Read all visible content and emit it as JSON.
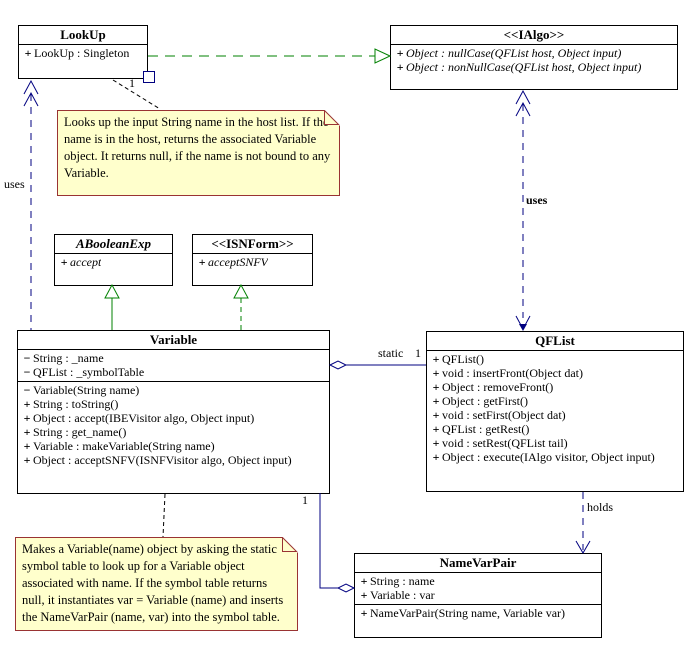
{
  "diagram_title": "LookUp / Variable / QFList UML class diagram",
  "classes": {
    "lookup": {
      "title": "LookUp",
      "members": [
        {
          "vis": "+",
          "text": "LookUp : Singleton"
        }
      ]
    },
    "ialgo": {
      "title": "<<IAlgo>>",
      "methods": [
        {
          "vis": "+",
          "text": "Object : nullCase(QFList host, Object input)"
        },
        {
          "vis": "+",
          "text": "Object : nonNullCase(QFList host, Object input)"
        }
      ]
    },
    "abooleanexp": {
      "title": "ABooleanExp",
      "methods": [
        {
          "vis": "+",
          "text": "accept"
        }
      ]
    },
    "isnform": {
      "title": "<<ISNForm>>",
      "methods": [
        {
          "vis": "+",
          "text": "acceptSNFV"
        }
      ]
    },
    "variable": {
      "title": "Variable",
      "attrs": [
        {
          "vis": "−",
          "text": "String : _name"
        },
        {
          "vis": "−",
          "text": "QFList : _symbolTable"
        }
      ],
      "methods": [
        {
          "vis": "−",
          "text": "Variable(String name)"
        },
        {
          "vis": "+",
          "text": "String : toString()"
        },
        {
          "vis": "+",
          "text": "Object : accept(IBEVisitor algo, Object input)"
        },
        {
          "vis": "+",
          "text": "String : get_name()"
        },
        {
          "vis": "+",
          "text": "Variable : makeVariable(String name)"
        },
        {
          "vis": "+",
          "text": "Object : acceptSNFV(ISNFVisitor algo, Object input)"
        }
      ]
    },
    "qflist": {
      "title": "QFList",
      "methods": [
        {
          "vis": "+",
          "text": "QFList()"
        },
        {
          "vis": "+",
          "text": "void : insertFront(Object dat)"
        },
        {
          "vis": "+",
          "text": "Object : removeFront()"
        },
        {
          "vis": "+",
          "text": "Object : getFirst()"
        },
        {
          "vis": "+",
          "text": "void : setFirst(Object dat)"
        },
        {
          "vis": "+",
          "text": "QFList : getRest()"
        },
        {
          "vis": "+",
          "text": "void : setRest(QFList tail)"
        },
        {
          "vis": "+",
          "text": "Object : execute(IAlgo visitor, Object input)"
        }
      ]
    },
    "namevarpair": {
      "title": "NameVarPair",
      "attrs": [
        {
          "vis": "+",
          "text": "String : name"
        },
        {
          "vis": "+",
          "text": "Variable : var"
        }
      ],
      "methods": [
        {
          "vis": "+",
          "text": "NameVarPair(String name, Variable var)"
        }
      ]
    }
  },
  "notes": {
    "lookup_note": "Looks up the input String name in the host list.  If the name is in the host, returns the associated Variable object.  It returns null, if the name is not bound to any Variable.",
    "makevariable_note": "Makes a Variable(name) object by asking the static symbol table to look up for a Variable object associated with name.  If the symbol table returns null, it instantiates var = Variable (name) and inserts the NameVarPair (name, var) into the symbol table."
  },
  "labels": {
    "uses_left": "uses",
    "uses_right": "uses",
    "holds": "holds",
    "static_role": "static",
    "mult_static": "1",
    "mult_lookup": "1",
    "mult_variable": "1"
  },
  "colors": {
    "class_border": "#000000",
    "dependency_arrow": "#000080",
    "generalization_arrow": "#008000",
    "note_fill": "#FFFFCC",
    "note_border": "#993333",
    "background": "#FFFFFF"
  }
}
